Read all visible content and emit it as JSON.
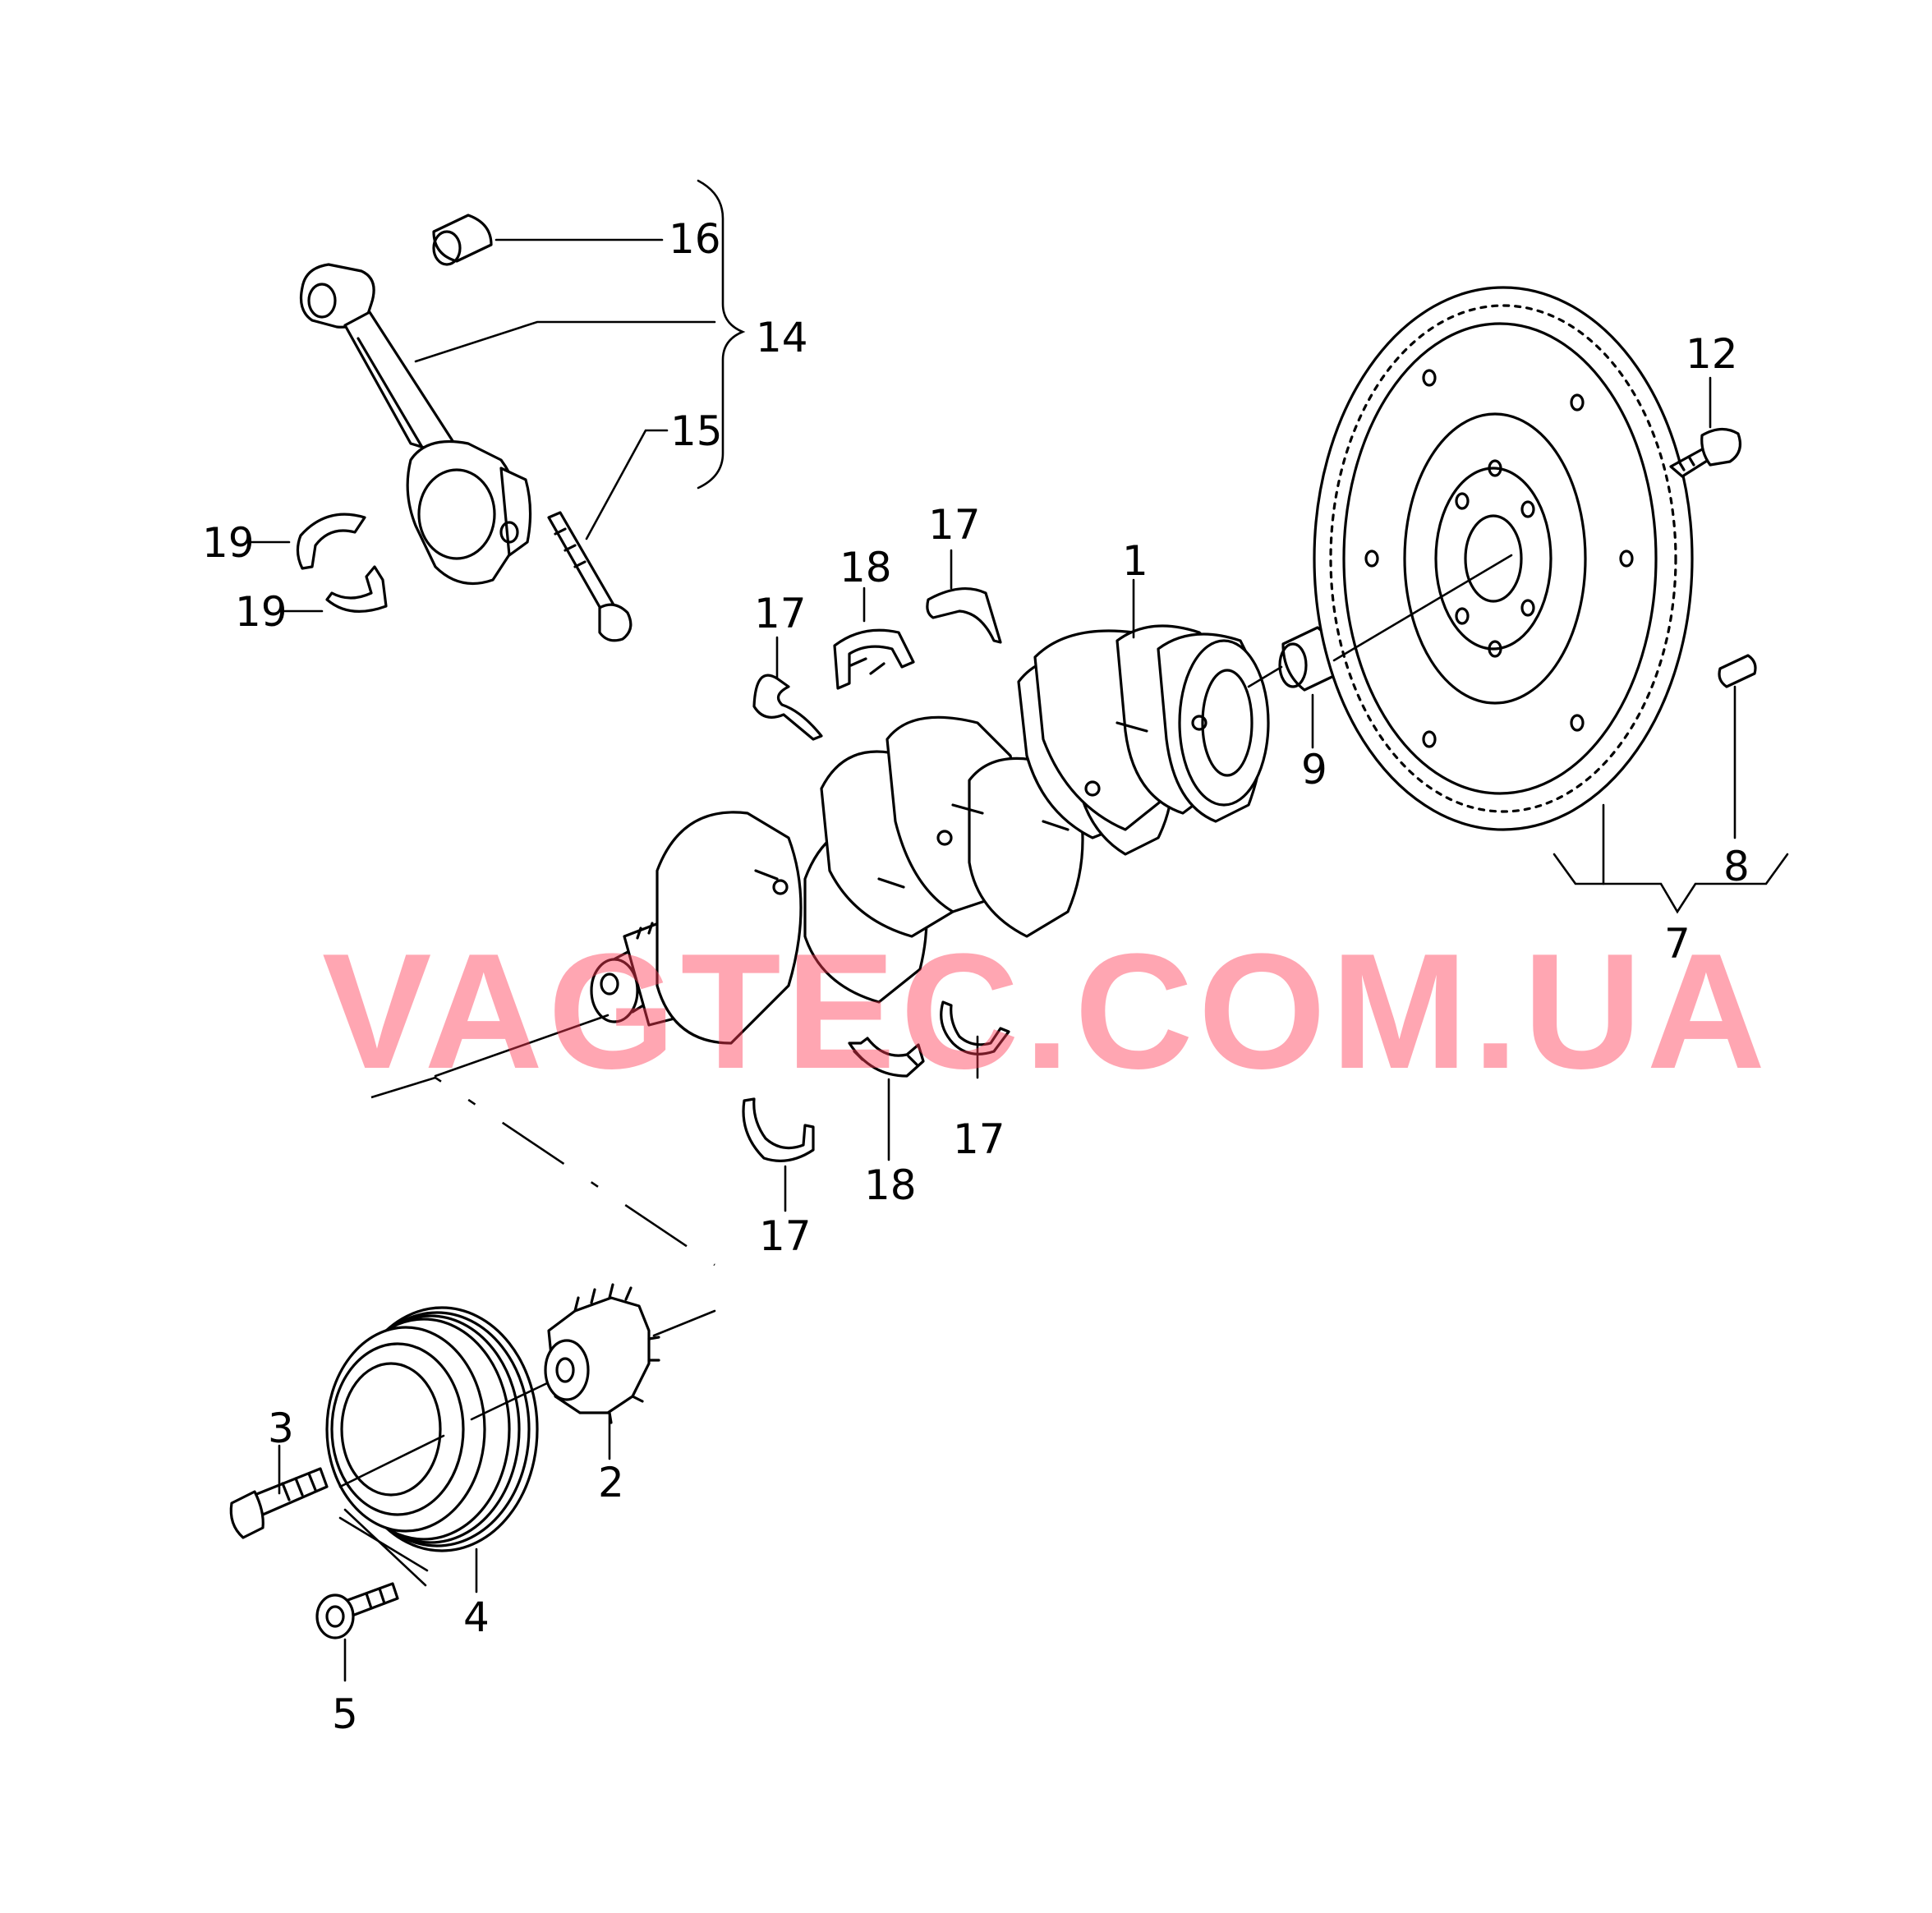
{
  "watermark": "VAGTEC.COM.UA",
  "callouts": {
    "c1": "1",
    "c2": "2",
    "c3": "3",
    "c4": "4",
    "c5": "5",
    "c7": "7",
    "c8": "8",
    "c9": "9",
    "c12": "12",
    "c14": "14",
    "c15": "15",
    "c16": "16",
    "c17a": "17",
    "c17b": "17",
    "c17c": "17",
    "c17d": "17",
    "c18a": "18",
    "c18b": "18",
    "c19a": "19",
    "c19b": "19"
  }
}
